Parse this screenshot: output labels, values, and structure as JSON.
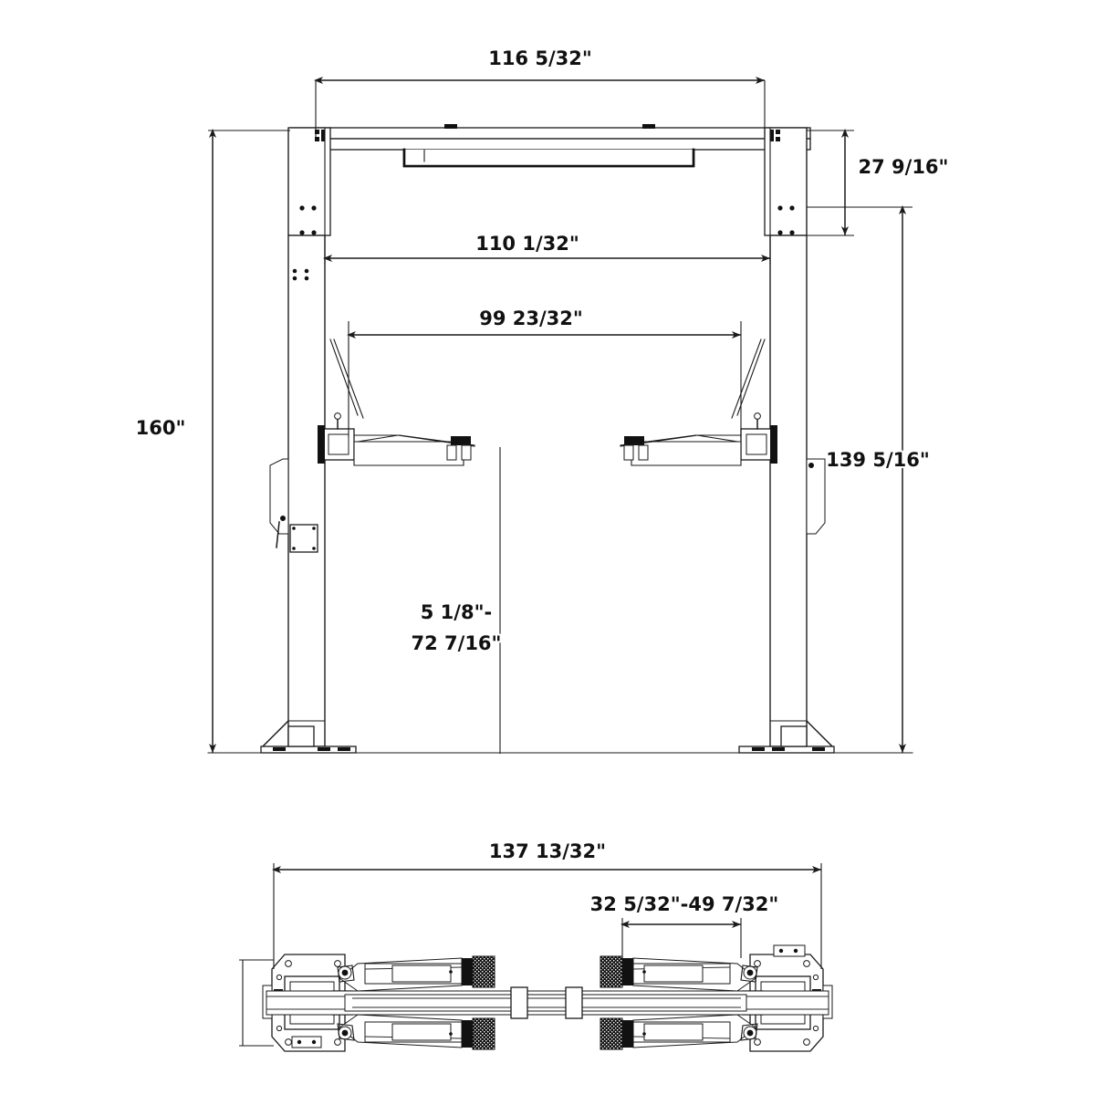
{
  "drawing": {
    "title": "Two-Post Automotive Lift Dimensional Drawing",
    "units": "inches",
    "views": {
      "front": "front-elevation-view",
      "plan": "plan-top-view"
    },
    "line_color": "#1a1a1a",
    "background_color": "#ffffff",
    "text_color": "#111111"
  },
  "dimensions": {
    "overhead_beam_width": "116  5/32\"",
    "overhead_beam_height": "27 9/16\"",
    "inside_column_width": "110 1/32\"",
    "drive_through_width": "99 23/32\"",
    "overall_height": "160\"",
    "lifting_height": "139  5/16\"",
    "arm_reach_low": "5 1/8\"-",
    "arm_reach_high": "72  7/16\"",
    "plan_overall_length": "137 13/32\"",
    "plan_arm_range": "32 5/32\"-49 7/32\""
  }
}
